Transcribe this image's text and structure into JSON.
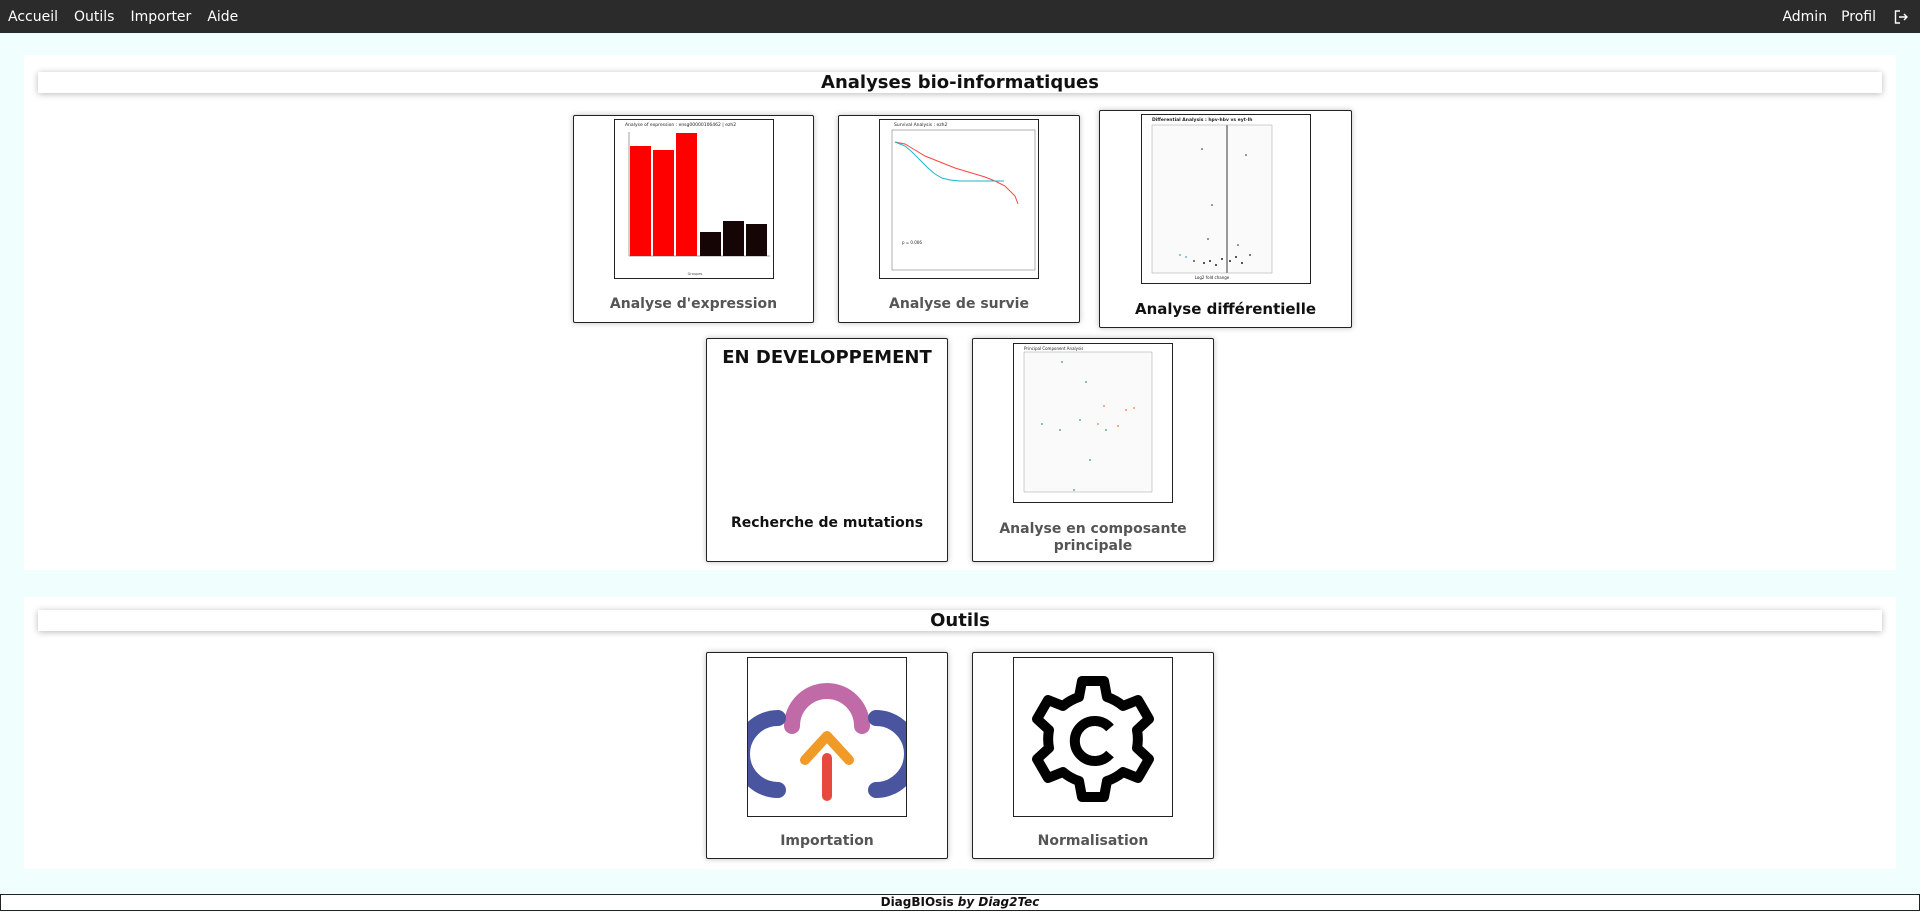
{
  "nav": {
    "left": [
      "Accueil",
      "Outils",
      "Importer",
      "Aide"
    ],
    "admin": "Admin",
    "profil": "Profil",
    "logout_icon": "logout-icon"
  },
  "analyses": {
    "title": "Analyses bio-informatiques",
    "expression": {
      "label": "Analyse d'expression",
      "plot_title": "Analyse of expression :  ensg00000106462  |  ezh2",
      "xlabel": "Groupes"
    },
    "survie": {
      "label": "Analyse de survie",
      "plot_title": "Survival Analysis : ezh2",
      "p_value": "p = 0.006"
    },
    "differentielle": {
      "label": "Analyse différentielle",
      "plot_title": "Differential Analysis : hpv-hbv vs eyt-lh",
      "xlabel": "Log2 fold change"
    },
    "mutations": {
      "status": "EN DEVELOPPEMENT",
      "label": "Recherche de mutations"
    },
    "acp": {
      "label": "Analyse en composante principale",
      "plot_title": "Principal Component Analysis"
    }
  },
  "outils": {
    "title": "Outils",
    "importation": {
      "label": "Importation",
      "icon": "cloud-upload-icon"
    },
    "normalisation": {
      "label": "Normalisation",
      "icon": "gear-icon"
    }
  },
  "footer": {
    "app": "DiagBIOsis",
    "by": "by Diag2Tec"
  },
  "colors": {
    "topbar": "#2b2b2b",
    "background": "#f0fffe",
    "bar_red": "#ff0000",
    "bar_dark": "#150505"
  }
}
